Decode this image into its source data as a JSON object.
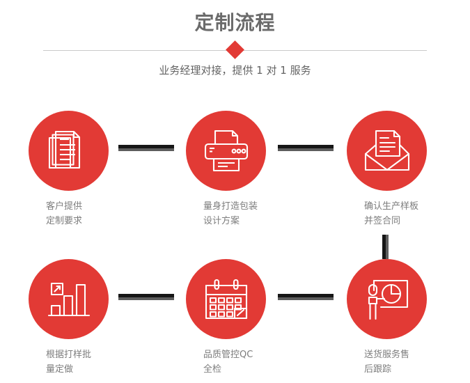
{
  "header": {
    "title": "定制流程",
    "subtitle": "业务经理对接，提供 1 对 1 服务",
    "divider_color": "#c9c9c9",
    "diamond_color": "#e23a35",
    "title_color": "#6b6b6b",
    "subtitle_color": "#636363"
  },
  "theme": {
    "accent": "#e23a35",
    "connector_dark": "#161616",
    "connector_gray": "#5d5d5d",
    "label_color": "#7d7d7d",
    "background": "#ffffff"
  },
  "flow": {
    "steps": [
      {
        "index": "1",
        "icon": "documents-stack-icon",
        "label": "客户提供\n定制要求"
      },
      {
        "index": "2",
        "icon": "printer-icon",
        "label": "量身打造包装\n设计方案"
      },
      {
        "index": "3",
        "icon": "envelope-document-icon",
        "label": "确认生产样板\n并签合同"
      },
      {
        "index": "4",
        "icon": "bar-chart-growth-icon",
        "label": "根据打样批\n量定做"
      },
      {
        "index": "5",
        "icon": "calendar-check-icon",
        "label": "品质管控QC\n全检"
      },
      {
        "index": "6",
        "icon": "presenter-pie-chart-icon",
        "label": "送货服务售\n后跟踪"
      }
    ],
    "connectors": [
      {
        "id": "1",
        "orientation": "horizontal",
        "from": "1",
        "to": "2"
      },
      {
        "id": "2",
        "orientation": "horizontal",
        "from": "2",
        "to": "3"
      },
      {
        "id": "3",
        "orientation": "vertical",
        "from": "3",
        "to": "6"
      },
      {
        "id": "4",
        "orientation": "horizontal",
        "from": "4",
        "to": "5"
      },
      {
        "id": "5",
        "orientation": "horizontal",
        "from": "5",
        "to": "6"
      }
    ]
  }
}
